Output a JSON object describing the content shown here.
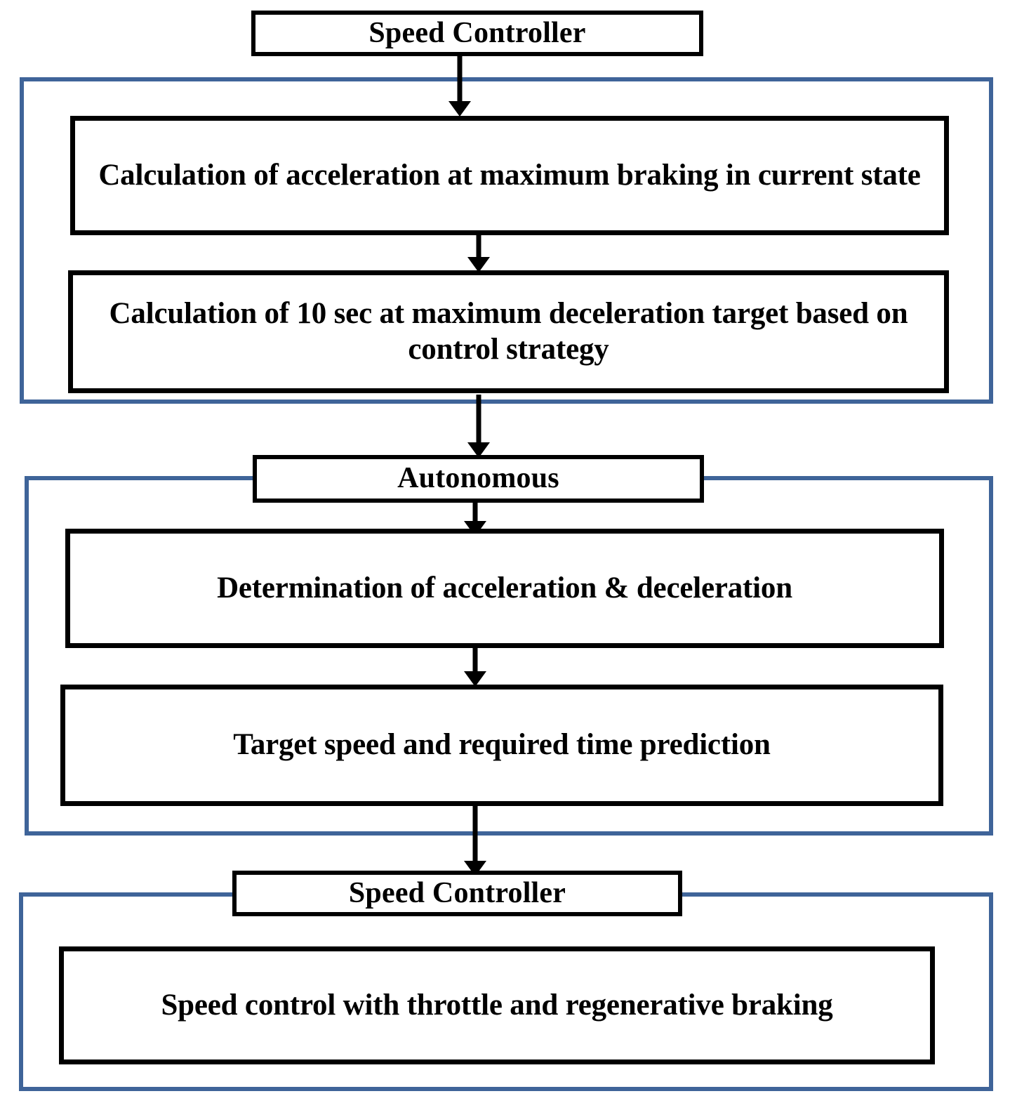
{
  "diagram": {
    "title": "Speed controller / autonomous control flowchart",
    "colors": {
      "group_border": "#3f6499",
      "node_border": "#000000",
      "node_fill": "#ffffff",
      "text": "#000000",
      "background": "#ffffff"
    }
  },
  "nodes": {
    "top_header": "Speed Controller",
    "group1_step1": "Calculation of acceleration at maximum  braking in current state",
    "group1_step2": "Calculation of 10 sec at maximum  deceleration target based on control strategy",
    "autonomous_header": "Autonomous",
    "group2_step1": "Determination of acceleration & deceleration",
    "group2_step2": "Target speed and required time prediction",
    "bottom_header": "Speed Controller",
    "group3_step1": "Speed control with throttle and regenerative braking"
  },
  "groups": [
    {
      "name": "speed-controller-group",
      "header": "Speed Controller"
    },
    {
      "name": "autonomous-group",
      "header": "Autonomous"
    },
    {
      "name": "speed-controller-output-group",
      "header": "Speed Controller"
    }
  ],
  "arrows": [
    {
      "name": "arrow-top-header-to-step1",
      "from": "Speed Controller",
      "to": "Calculation of acceleration at maximum  braking in current state"
    },
    {
      "name": "arrow-step1-to-step2",
      "from": "Calculation of acceleration at maximum  braking in current state",
      "to": "Calculation of 10 sec at maximum  deceleration target based on control strategy"
    },
    {
      "name": "arrow-step2-to-autonomous",
      "from": "Calculation of 10 sec at maximum  deceleration target based on control strategy",
      "to": "Autonomous"
    },
    {
      "name": "arrow-autonomous-to-determination",
      "from": "Autonomous",
      "to": "Determination of acceleration & deceleration"
    },
    {
      "name": "arrow-determination-to-target-speed",
      "from": "Determination of acceleration & deceleration",
      "to": "Target speed and required time prediction"
    },
    {
      "name": "arrow-target-speed-to-speed-controller",
      "from": "Target speed and required time prediction",
      "to": "Speed Controller"
    }
  ]
}
